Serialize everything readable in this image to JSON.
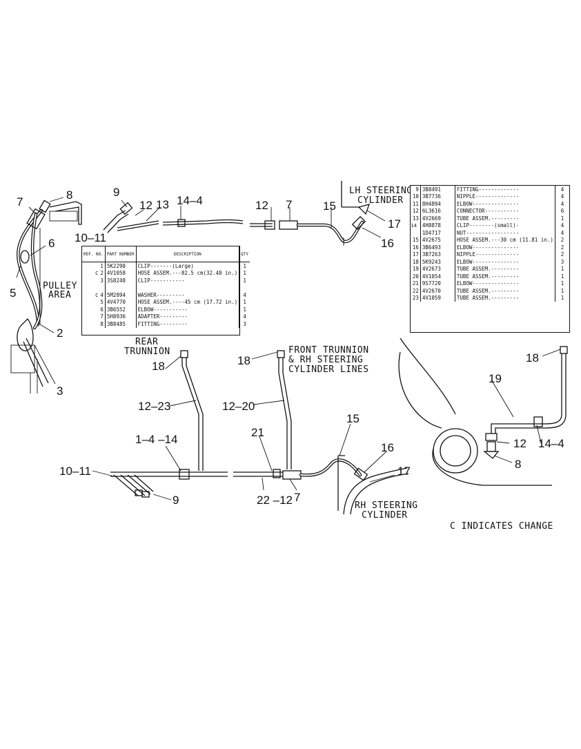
{
  "callouts": {
    "c7a": "7",
    "c8a": "8",
    "c6": "6",
    "c5": "5",
    "c2": "2",
    "c3": "3",
    "pulley_area_1": "PULLEY",
    "pulley_area_2": "AREA",
    "c9a": "9",
    "c12a": "12",
    "c13": "13",
    "c14_4a": "14–4",
    "c10_11a": "10–11",
    "c12b": "12",
    "c7b": "7",
    "c15a": "15",
    "c17a": "17",
    "c16a": "16",
    "lh_steer_1": "LH STEERING",
    "lh_steer_2": "CYLINDER",
    "rear_trunnion_1": "REAR",
    "rear_trunnion_2": "TRUNNION",
    "c18a": "18",
    "c12_23": "12–23",
    "c1_4_14": "1–4 –14",
    "c10_11b": "10–11",
    "c9b": "9",
    "front_trunnion_1": "FRONT TRUNNION",
    "front_trunnion_2": "& RH STEERING",
    "front_trunnion_3": "CYLINDER LINES",
    "c18b": "18",
    "c12_20": "12–20",
    "c21": "21",
    "c22_12": "22 –12",
    "c7c": "7",
    "c15b": "15",
    "c16b": "16",
    "c17b": "17",
    "rh_steer_1": "RH STEERING",
    "rh_steer_2": "CYLINDER",
    "c18c": "18",
    "c19": "19",
    "c12c": "12",
    "c14_4b": "14–4",
    "c8b": "8",
    "change_note": "C INDICATES CHANGE"
  },
  "parts_table_left": {
    "headers": [
      "REF. NO.",
      "PART NUMBER",
      "DESCRIPTION",
      "QTY"
    ],
    "rows": [
      {
        "flag": "",
        "ref": "1",
        "part": "5K2298",
        "desc": "CLIP-------(Large)",
        "qty": "1"
      },
      {
        "flag": "C",
        "ref": "2",
        "part": "4V1058",
        "desc": "HOSE ASSEM.---82.5 cm(32.48 in.)",
        "qty": "1"
      },
      {
        "flag": "",
        "ref": "3",
        "part": "3S8248",
        "desc": "CLIP-----------",
        "qty": "1"
      },
      {
        "flag": "",
        "ref": "",
        "part": "",
        "desc": "",
        "qty": ""
      },
      {
        "flag": "C",
        "ref": "4",
        "part": "5M2894",
        "desc": "WASHER---------",
        "qty": "4"
      },
      {
        "flag": "",
        "ref": "5",
        "part": "4V4770",
        "desc": "HOSE ASSEM.----45 cm (17.72 in.)",
        "qty": "1"
      },
      {
        "flag": "",
        "ref": "6",
        "part": "3B6552",
        "desc": "ELBOW-----------",
        "qty": "1"
      },
      {
        "flag": "",
        "ref": "7",
        "part": "5H8936",
        "desc": "ADAPTER---------",
        "qty": "4"
      },
      {
        "flag": "",
        "ref": "8",
        "part": "3B8485",
        "desc": "FITTING---------",
        "qty": "3"
      }
    ]
  },
  "parts_table_right": {
    "rows": [
      {
        "flag": "",
        "ref": "9",
        "part": "3B8491",
        "desc": "FITTING-------------",
        "qty": "4"
      },
      {
        "flag": "",
        "ref": "10",
        "part": "3B7736",
        "desc": "NIPPLE--------------",
        "qty": "4"
      },
      {
        "flag": "",
        "ref": "11",
        "part": "8H4894",
        "desc": "ELBOW---------------",
        "qty": "4"
      },
      {
        "flag": "",
        "ref": "12",
        "part": "6L3616",
        "desc": "CONNECTOR-----------",
        "qty": "6"
      },
      {
        "flag": "",
        "ref": "13",
        "part": "4V2669",
        "desc": "TUBE ASSEM.---------",
        "qty": "1"
      },
      {
        "flag": "14",
        "ref": "",
        "part": "4H8878",
        "desc": "CLIP--------(small)-",
        "qty": "4"
      },
      {
        "flag": "",
        "ref": "",
        "part": "1D4717",
        "desc": "NUT-----------------",
        "qty": "4"
      },
      {
        "flag": "",
        "ref": "15",
        "part": "4V2675",
        "desc": "HOSE ASSEM.---30 cm (11.81 in.)",
        "qty": "2"
      },
      {
        "flag": "",
        "ref": "16",
        "part": "3B6493",
        "desc": "ELBOW---------------",
        "qty": "2"
      },
      {
        "flag": "",
        "ref": "17",
        "part": "3B7263",
        "desc": "NIPPLE--------------",
        "qty": "2"
      },
      {
        "flag": "",
        "ref": "18",
        "part": "5K9243",
        "desc": "ELBOW---------------",
        "qty": "3"
      },
      {
        "flag": "",
        "ref": "19",
        "part": "4V2673",
        "desc": "TUBE ASSEM.---------",
        "qty": "1"
      },
      {
        "flag": "",
        "ref": "20",
        "part": "4V1054",
        "desc": "TUBE ASSEM.---------",
        "qty": "1"
      },
      {
        "flag": "",
        "ref": "21",
        "part": "9S7720",
        "desc": "ELBOW---------------",
        "qty": "1"
      },
      {
        "flag": "",
        "ref": "22",
        "part": "4V2670",
        "desc": "TUBE ASSEM.---------",
        "qty": "1"
      },
      {
        "flag": "",
        "ref": "23",
        "part": "4V1059",
        "desc": "TUBE ASSEM.---------",
        "qty": "1"
      }
    ]
  }
}
